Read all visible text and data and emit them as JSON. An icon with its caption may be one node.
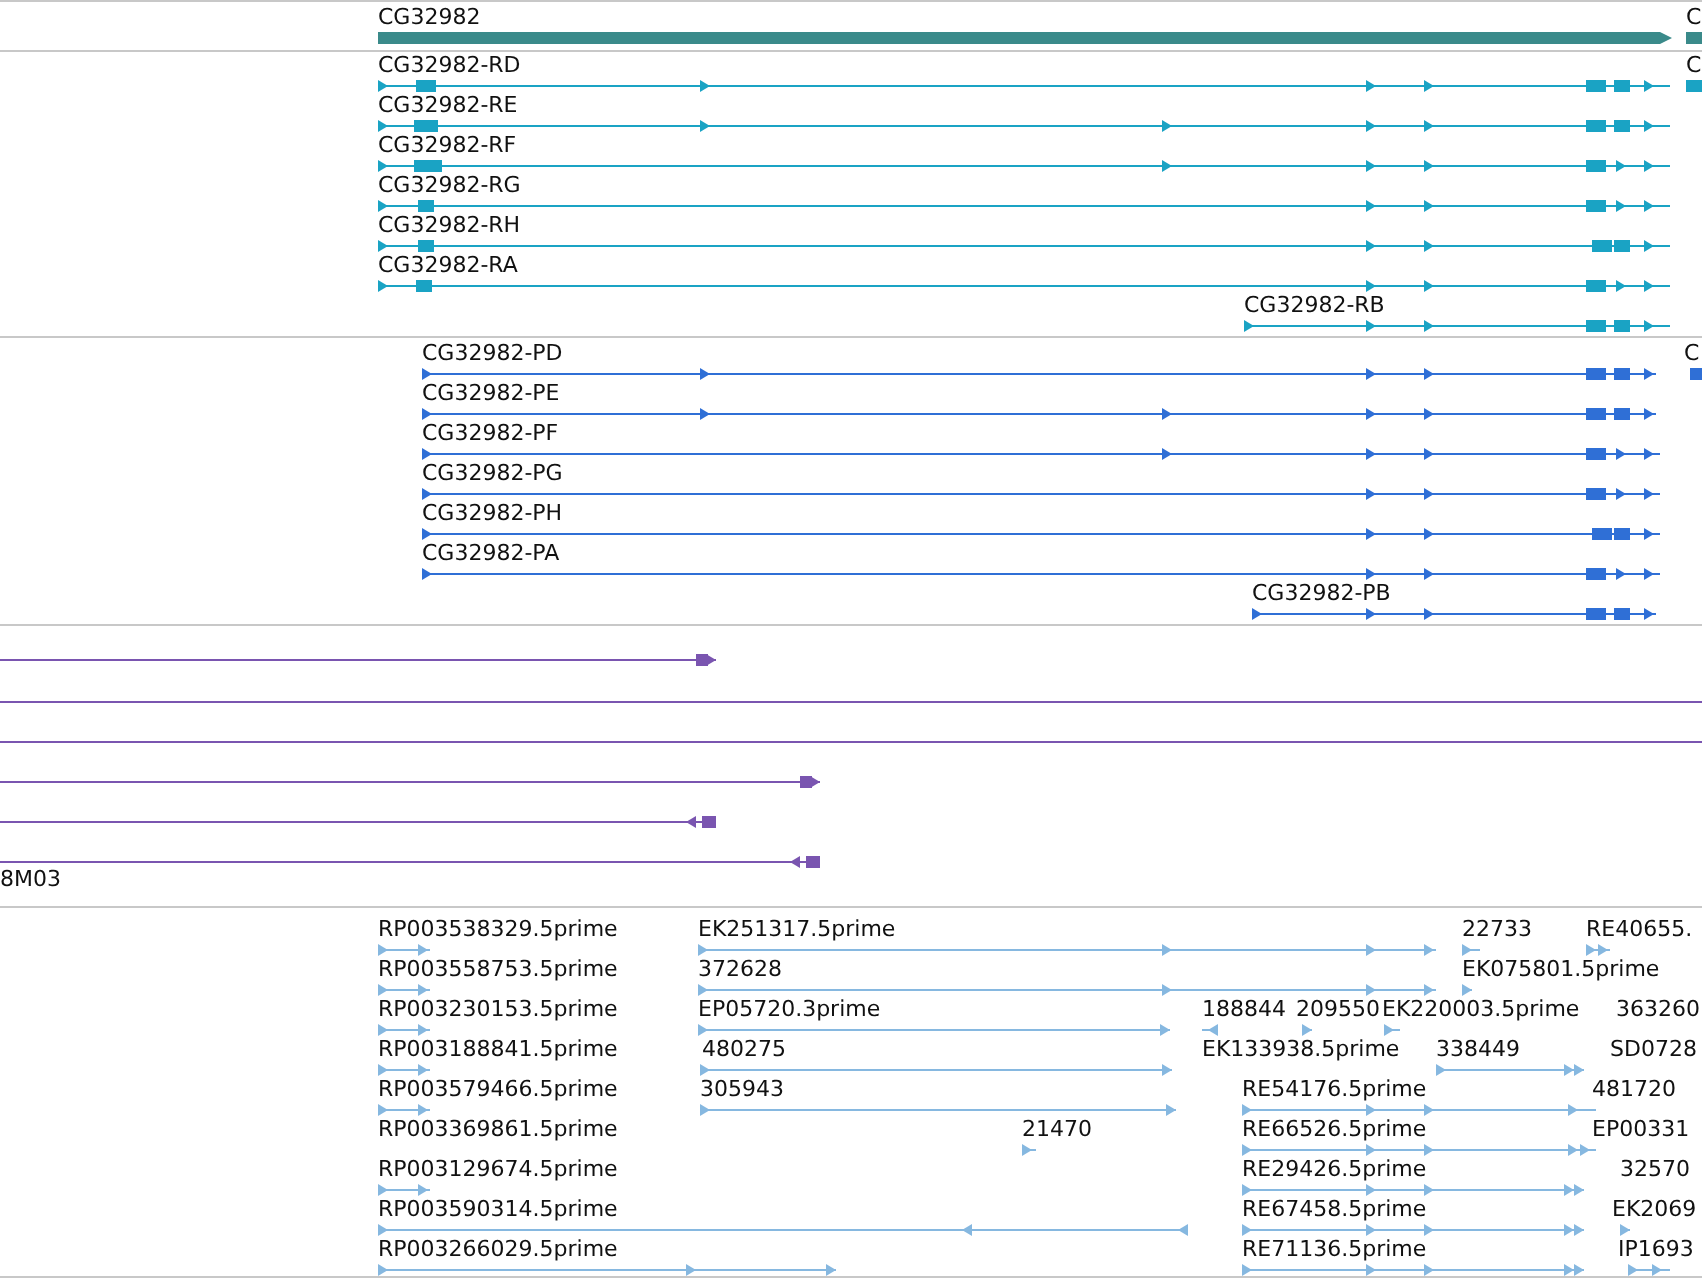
{
  "diagram": {
    "labels": [
      "CG32982",
      "C",
      "CG32982-RD",
      "C",
      "CG32982-RE",
      "CG32982-RF",
      "CG32982-RG",
      "CG32982-RH",
      "CG32982-RA",
      "CG32982-RB",
      "CG32982-PD",
      "C",
      "CG32982-PE",
      "CG32982-PF",
      "CG32982-PG",
      "CG32982-PH",
      "CG32982-PA",
      "CG32982-PB",
      "8M03",
      "RP003538329.5prime",
      "EK251317.5prime",
      "22733",
      "RE40655.",
      "RP003558753.5prime",
      "372628",
      "EK075801.5prime",
      "RP003230153.5prime",
      "EP05720.3prime",
      "188844",
      "209550",
      "EK220003.5prime",
      "363260",
      "RP003188841.5prime",
      "480275",
      "EK133938.5prime",
      "338449",
      "SD0728",
      "RP003579466.5prime",
      "305943",
      "RE54176.5prime",
      "481720",
      "RP003369861.5prime",
      "21470",
      "RE66526.5prime",
      "EP00331",
      "RP003129674.5prime",
      "RE29426.5prime",
      "32570",
      "RP003590314.5prime",
      "RE67458.5prime",
      "EK2069",
      "RP003266029.5prime",
      "RE71136.5prime",
      "IP1693"
    ]
  }
}
